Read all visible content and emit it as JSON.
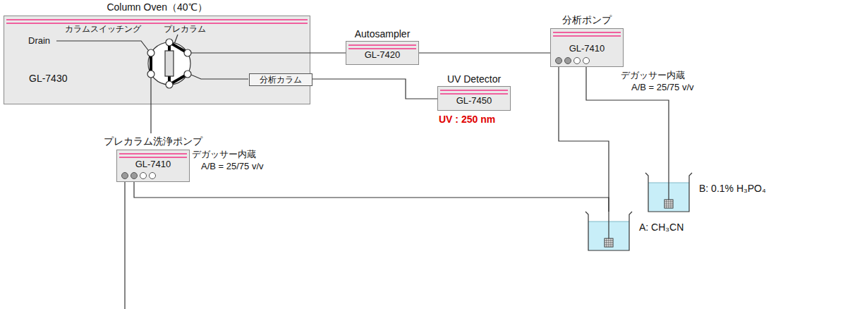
{
  "diagram": {
    "nodes": [
      {
        "text": [
          "Column Oven（40℃）",
          "GL-7430"
        ]
      },
      {
        "text": [
          "分析カラム"
        ],
        "in": 0
      },
      {
        "text": [
          "Autosampler",
          "GL-7420"
        ]
      },
      {
        "text": [
          "分析ポンプ",
          "GL-7410"
        ]
      },
      {
        "text": [
          "UV Detector",
          "GL-7450"
        ]
      },
      {
        "text": [
          "プレカラム洗浄ポンプ",
          "GL-7410"
        ]
      },
      {
        "text": [
          "B: 0.1% H₃PO₄"
        ]
      },
      {
        "text": [
          "A: CH₃CN"
        ]
      }
    ],
    "edges": [
      {
        "from": 2,
        "to": 0,
        "arrow": "none"
      },
      {
        "from": 3,
        "to": 2,
        "arrow": "none"
      },
      {
        "from": 1,
        "to": 4,
        "arrow": "none"
      },
      {
        "from": 5,
        "to": 0,
        "arrow": "none"
      },
      {
        "from": 3,
        "to": 6,
        "arrow": "none"
      },
      {
        "from": 3,
        "to": 7,
        "arrow": "none"
      },
      {
        "from": 5,
        "to": 7,
        "arrow": "none"
      }
    ],
    "labels": [
      "Drain",
      "カラムスイッチング",
      "プレカラム",
      "デガッサー内蔵",
      "A/B = 25/75 v/v",
      "デガッサー内蔵",
      "A/B = 25/75 v/v",
      "UV : 250 nm"
    ]
  }
}
